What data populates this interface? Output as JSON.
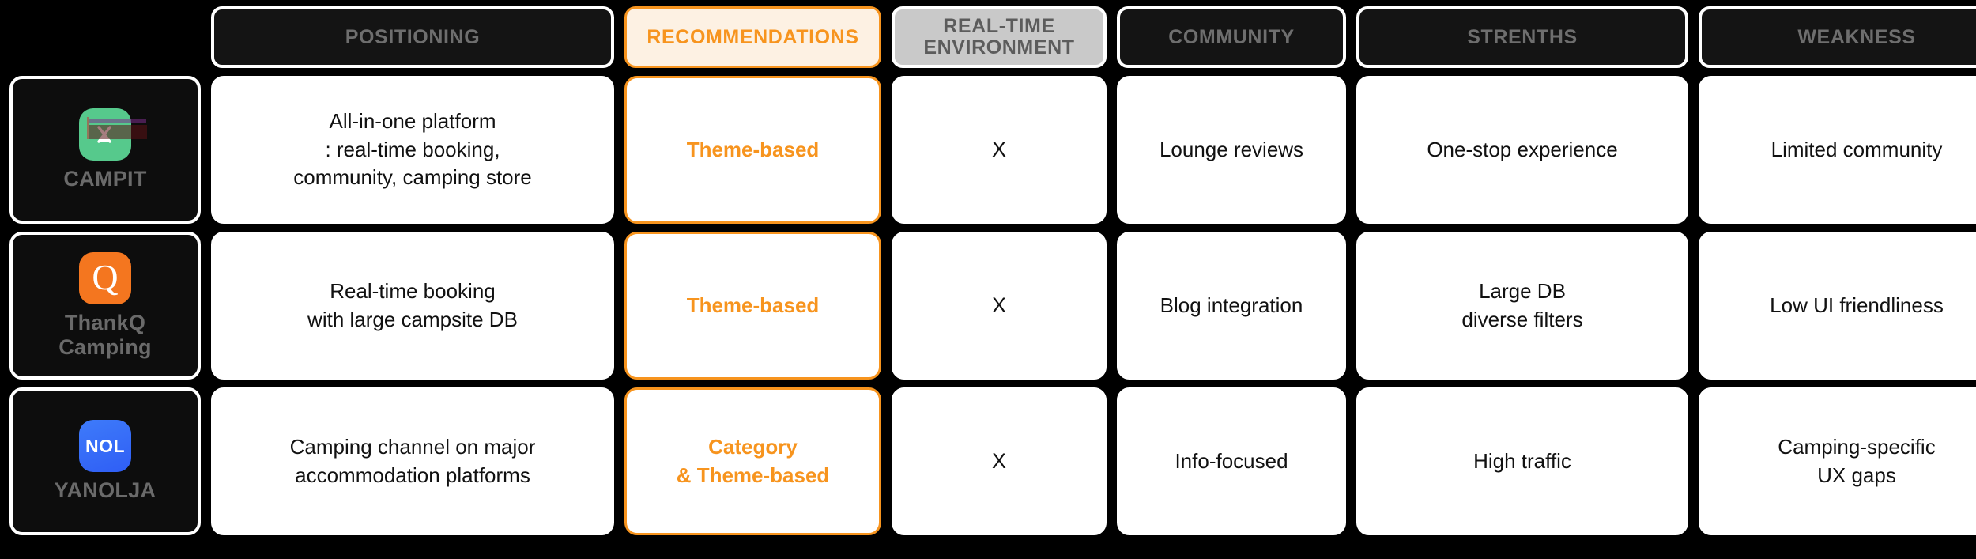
{
  "table": {
    "columns": [
      {
        "id": "brand",
        "label": "",
        "style": "spacer"
      },
      {
        "id": "positioning",
        "label": "POSITIONING",
        "style": "dark"
      },
      {
        "id": "recommend",
        "label": "RECOMMENDATIONS",
        "style": "highlight"
      },
      {
        "id": "realtime",
        "label": "REAL-TIME\nENVIRONMENT",
        "style": "shaded"
      },
      {
        "id": "community",
        "label": "COMMUNITY",
        "style": "dark"
      },
      {
        "id": "strengths",
        "label": "STRENTHS",
        "style": "dark"
      },
      {
        "id": "weakness",
        "label": "WEAKNESS",
        "style": "dark"
      }
    ],
    "rows": [
      {
        "brand": {
          "name": "CAMPIT",
          "logo_icon": "tent-icon",
          "logo_color": "#56c98c",
          "logo_style": "green"
        },
        "positioning": "All-in-one platform\n: real-time booking,\ncommunity, camping store",
        "recommend": "Theme-based",
        "realtime": "X",
        "community": "Lounge reviews",
        "strengths": "One-stop experience",
        "weakness": "Limited community"
      },
      {
        "brand": {
          "name": "ThankQ\nCamping",
          "logo_icon": "letter-q-icon",
          "logo_color": "#f4761f",
          "logo_style": "orange"
        },
        "positioning": "Real-time booking\nwith large campsite DB",
        "recommend": "Theme-based",
        "realtime": "X",
        "community": "Blog integration",
        "strengths": "Large DB\ndiverse filters",
        "weakness": "Low UI friendliness"
      },
      {
        "brand": {
          "name": "YANOLJA",
          "logo_icon": "nol-wordmark-icon",
          "logo_color": "#3e7bfa",
          "logo_style": "blue"
        },
        "positioning": "Camping channel on major\naccommodation platforms",
        "recommend": "Category\n& Theme-based",
        "realtime": "X",
        "community": "Info-focused",
        "strengths": "High traffic",
        "weakness": "Camping-specific\nUX gaps"
      }
    ]
  },
  "theme": {
    "background": "#000000",
    "accent": "#f7941e",
    "accent_fill": "#fdf1e3",
    "header_text": "#6e6e6e",
    "cell_background": "#ffffff",
    "cell_text": "#111111",
    "shaded_header_background": "#c9c9c9"
  }
}
